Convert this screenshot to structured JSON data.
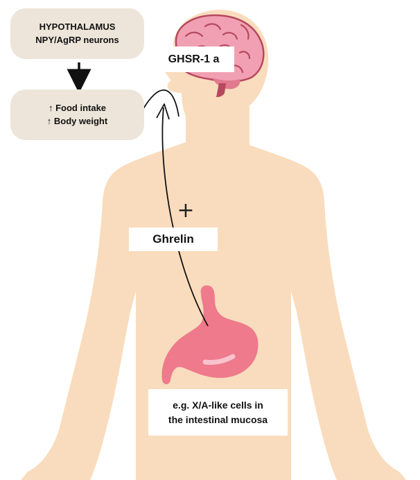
{
  "hypothalamus": {
    "line1": "HYPOTHALAMUS",
    "line2": "NPY/AgRP neurons"
  },
  "effects": {
    "line1": "↑ Food intake",
    "line2": "↑ Body weight"
  },
  "receptor": {
    "label": "GHSR-1 a"
  },
  "hormone": {
    "label": "Ghrelin",
    "sign": "+"
  },
  "source": {
    "line1": "e.g. X/A-like cells in",
    "line2": "the intestinal mucosa"
  },
  "colors": {
    "body": "#f9dcbd",
    "box_background": "#ede5d9",
    "brain": "#f0a0b2",
    "brain_outline": "#b5485e",
    "stomach": "#ee7a8c",
    "arrow": "#111111"
  }
}
